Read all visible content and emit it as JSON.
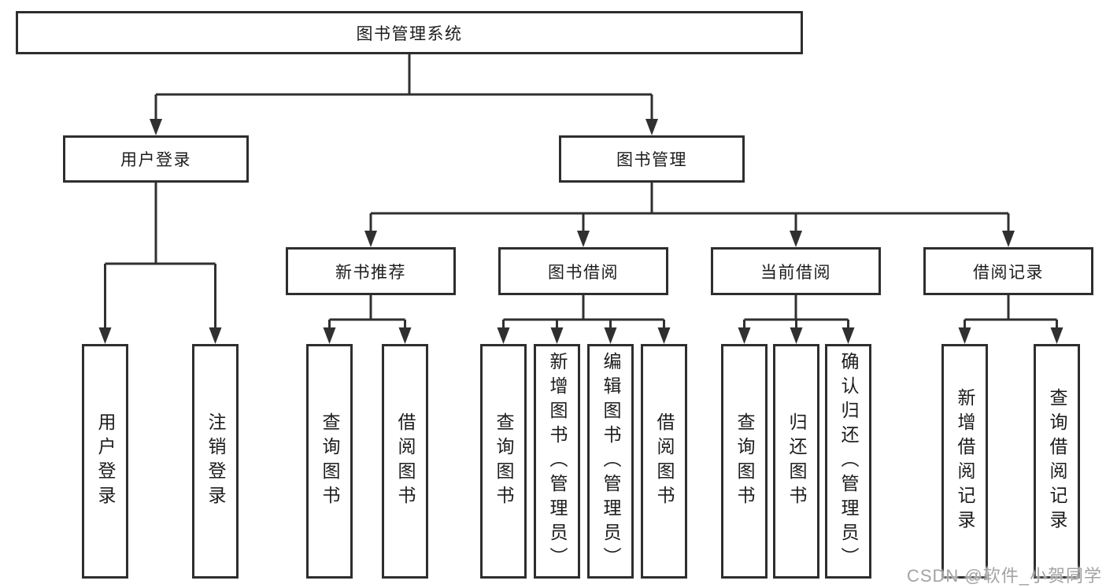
{
  "tree": {
    "root": {
      "label": "图书管理系统"
    },
    "branches": [
      {
        "label": "用户登录",
        "children": [
          {
            "label": "用户登录"
          },
          {
            "label": "注销登录"
          }
        ]
      },
      {
        "label": "图书管理",
        "children": [
          {
            "label": "新书推荐",
            "children": [
              {
                "label": "查询图书"
              },
              {
                "label": "借阅图书"
              }
            ]
          },
          {
            "label": "图书借阅",
            "children": [
              {
                "label": "查询图书"
              },
              {
                "label": "新增图书（管理员）"
              },
              {
                "label": "编辑图书（管理员）"
              },
              {
                "label": "借阅图书"
              }
            ]
          },
          {
            "label": "当前借阅",
            "children": [
              {
                "label": "查询图书"
              },
              {
                "label": "归还图书"
              },
              {
                "label": "确认归还（管理员）"
              }
            ]
          },
          {
            "label": "借阅记录",
            "children": [
              {
                "label": "新增借阅记录"
              },
              {
                "label": "查询借阅记录"
              }
            ]
          }
        ]
      }
    ]
  },
  "watermark": {
    "text": "CSDN @软件_小贺同学"
  },
  "colors": {
    "line": "#303030",
    "box_border": "#2e2e2e",
    "text": "#1c1c1c",
    "background": "#ffffff",
    "watermark": "#a3a3a3"
  }
}
